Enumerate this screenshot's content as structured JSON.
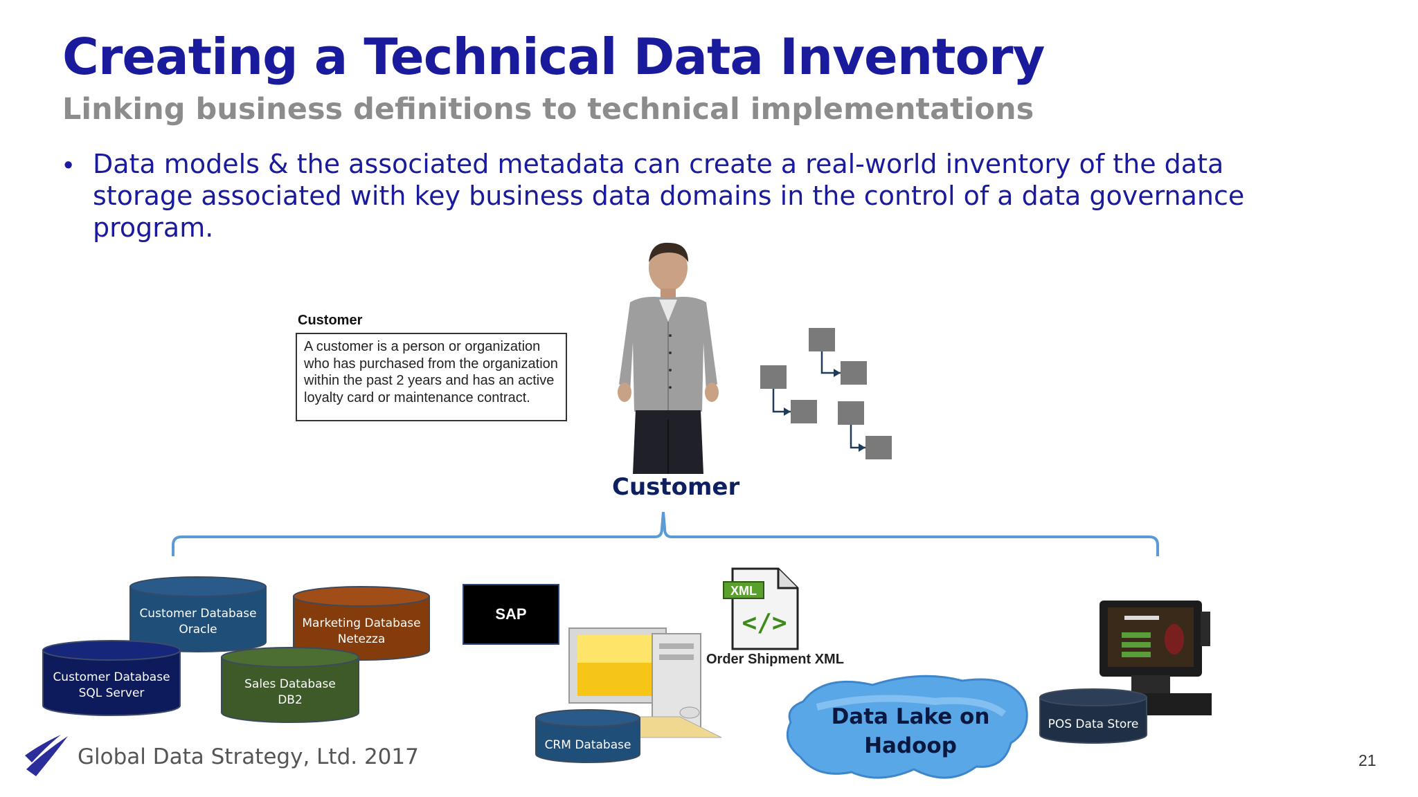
{
  "slide": {
    "title": "Creating a Technical Data Inventory",
    "subtitle": "Linking business definitions to technical implementations",
    "bullet_symbol": "•",
    "bullet": "Data models & the associated metadata can create a real-world inventory of the data storage associated with key business data domains in the control of a data governance program."
  },
  "definition": {
    "title": "Customer",
    "text": "A customer is a person or organization who has purchased from the organization within the past 2 years and has an active loyalty card or maintenance contract."
  },
  "center_label": "Customer",
  "databases": [
    {
      "line1": "Customer Database",
      "line2": "Oracle",
      "color": "#1f4e79"
    },
    {
      "line1": "Marketing Database",
      "line2": "Netezza",
      "color": "#843c0c"
    },
    {
      "line1": "Customer Database",
      "line2": "SQL Server",
      "color": "#0d1a5c"
    },
    {
      "line1": "Sales Database",
      "line2": "DB2",
      "color": "#3d5a28"
    },
    {
      "line1": "CRM Database",
      "line2": "",
      "color": "#1f4e79"
    },
    {
      "line1": "POS Data Store",
      "line2": "",
      "color": "#1f2f45"
    }
  ],
  "sap_label": "SAP",
  "xml_badge": "XML",
  "xml_symbol": "</>",
  "xml_label": "Order Shipment XML",
  "data_lake": {
    "line1": "Data Lake on",
    "line2": "Hadoop"
  },
  "footer": {
    "company": "Global Data Strategy, Ltd. 2017",
    "page": "21"
  },
  "colors": {
    "title": "#1a1a9c",
    "subtitle": "#8c8c8c",
    "bracket": "#5b9bd5",
    "lake": "#5aa7e8"
  }
}
